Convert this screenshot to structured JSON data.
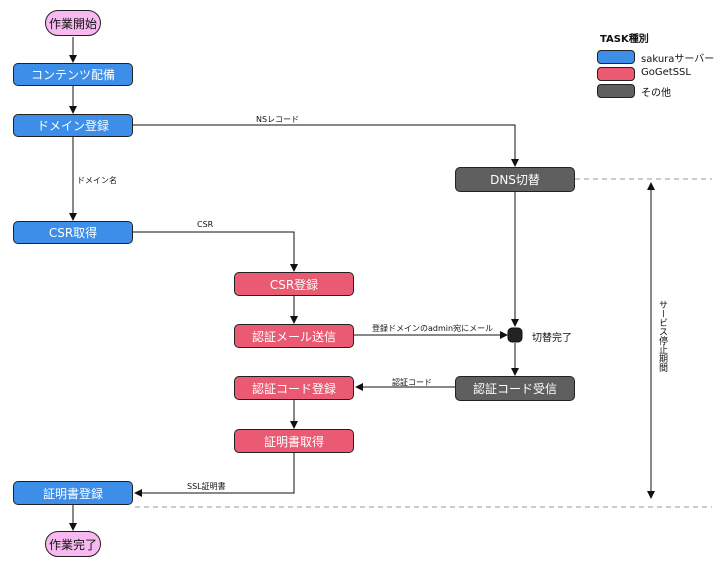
{
  "nodes": {
    "start": "作業開始",
    "contents": "コンテンツ配備",
    "domain_reg": "ドメイン登録",
    "dns_switch": "DNS切替",
    "csr_get": "CSR取得",
    "csr_reg": "CSR登録",
    "auth_mail": "認証メール送信",
    "auth_code_reg": "認証コード登録",
    "auth_code_recv": "認証コード受信",
    "cert_get": "証明書取得",
    "cert_reg": "証明書登録",
    "end": "作業完了"
  },
  "edge_labels": {
    "ns_record": "NSレコード",
    "domain_name": "ドメイン名",
    "csr": "CSR",
    "mail_to_admin": "登録ドメインのadmin宛にメール",
    "auth_code": "認証コード",
    "ssl_cert": "SSL証明書"
  },
  "switch_done": "切替完了",
  "legend": {
    "title": "TASK種別",
    "items": [
      {
        "label": "sakuraサーバー",
        "color": "#3c8ee8"
      },
      {
        "label": "GoGetSSL",
        "color": "#ea5a72"
      },
      {
        "label": "その他",
        "color": "#5f5f5f"
      }
    ]
  },
  "service_stop_label": "サービス停止期間",
  "colors": {
    "blue": "#3c8ee8",
    "pink": "#ea5a72",
    "gray": "#5f5f5f",
    "terminal": "#f7b9f0"
  }
}
